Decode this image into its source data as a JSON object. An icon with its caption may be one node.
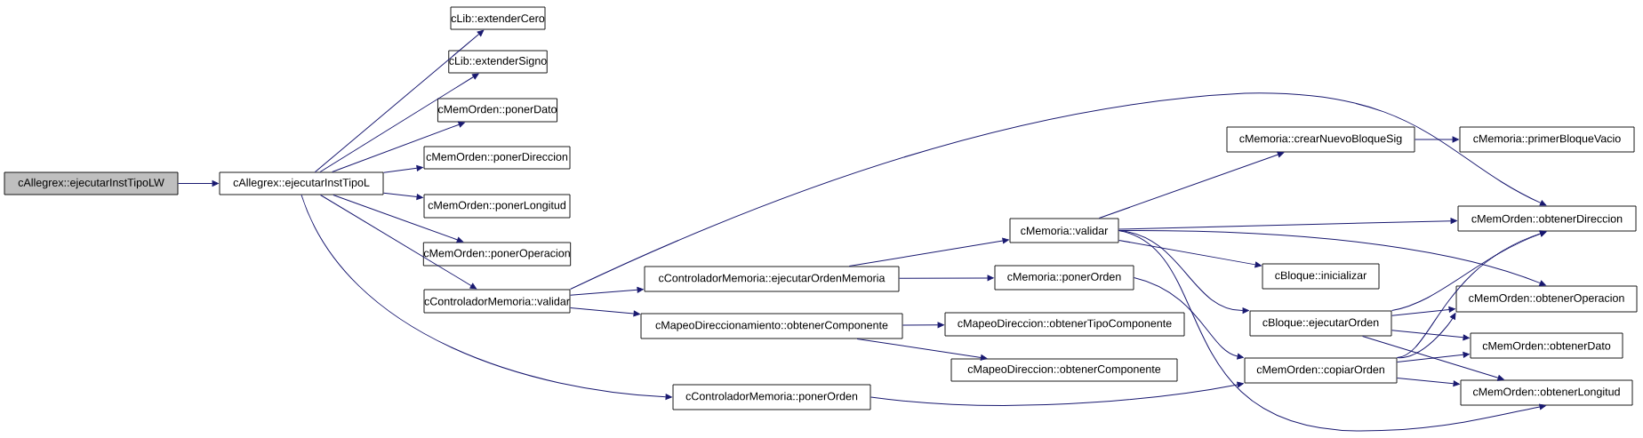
{
  "diagram": {
    "nodes": [
      {
        "text": [
          "cAllegrex::ejecutarInstTipoLW"
        ]
      },
      {
        "text": [
          "cAllegrex::ejecutarInstTipoL"
        ]
      },
      {
        "text": [
          "cLib::extenderCero"
        ]
      },
      {
        "text": [
          "cLib::extenderSigno"
        ]
      },
      {
        "text": [
          "cMemOrden::ponerDato"
        ]
      },
      {
        "text": [
          "cMemOrden::ponerDireccion"
        ]
      },
      {
        "text": [
          "cMemOrden::ponerLongitud"
        ]
      },
      {
        "text": [
          "cMemOrden::ponerOperacion"
        ]
      },
      {
        "text": [
          "cControladorMemoria::validar"
        ]
      },
      {
        "text": [
          "cControladorMemoria::ejecutarOrdenMemoria"
        ]
      },
      {
        "text": [
          "cMapeoDireccionamiento::obtenerComponente"
        ]
      },
      {
        "text": [
          "cControladorMemoria::ponerOrden"
        ]
      },
      {
        "text": [
          "cMemoria::validar"
        ]
      },
      {
        "text": [
          "cMemoria::ponerOrden"
        ]
      },
      {
        "text": [
          "cMapeoDireccion::obtenerTipoComponente"
        ]
      },
      {
        "text": [
          "cMapeoDireccion::obtenerComponente"
        ]
      },
      {
        "text": [
          "cMemoria::crearNuevoBloqueSig"
        ]
      },
      {
        "text": [
          "cMemoria::primerBloqueVacio"
        ]
      },
      {
        "text": [
          "cBloque::inicializar"
        ]
      },
      {
        "text": [
          "cBloque::ejecutarOrden"
        ]
      },
      {
        "text": [
          "cMemOrden::copiarOrden"
        ]
      },
      {
        "text": [
          "cMemOrden::obtenerDireccion"
        ]
      },
      {
        "text": [
          "cMemOrden::obtenerOperacion"
        ]
      },
      {
        "text": [
          "cMemOrden::obtenerDato"
        ]
      },
      {
        "text": [
          "cMemOrden::obtenerLongitud"
        ]
      }
    ],
    "edges": [
      {
        "from": 0,
        "to": 1,
        "arrow": "to"
      },
      {
        "from": 1,
        "to": 2,
        "arrow": "to"
      },
      {
        "from": 1,
        "to": 3,
        "arrow": "to"
      },
      {
        "from": 1,
        "to": 4,
        "arrow": "to"
      },
      {
        "from": 1,
        "to": 5,
        "arrow": "to"
      },
      {
        "from": 1,
        "to": 6,
        "arrow": "to"
      },
      {
        "from": 1,
        "to": 7,
        "arrow": "to"
      },
      {
        "from": 1,
        "to": 8,
        "arrow": "to"
      },
      {
        "from": 1,
        "to": 11,
        "arrow": "to"
      },
      {
        "from": 8,
        "to": 21,
        "arrow": "to"
      },
      {
        "from": 8,
        "to": 9,
        "arrow": "to"
      },
      {
        "from": 8,
        "to": 10,
        "arrow": "to"
      },
      {
        "from": 9,
        "to": 12,
        "arrow": "to"
      },
      {
        "from": 9,
        "to": 13,
        "arrow": "to"
      },
      {
        "from": 10,
        "to": 14,
        "arrow": "to"
      },
      {
        "from": 10,
        "to": 15,
        "arrow": "to"
      },
      {
        "from": 11,
        "to": 20,
        "arrow": "to"
      },
      {
        "from": 12,
        "to": 16,
        "arrow": "to"
      },
      {
        "from": 12,
        "to": 21,
        "arrow": "to"
      },
      {
        "from": 12,
        "to": 22,
        "arrow": "to"
      },
      {
        "from": 12,
        "to": 18,
        "arrow": "to"
      },
      {
        "from": 12,
        "to": 19,
        "arrow": "to"
      },
      {
        "from": 12,
        "to": 24,
        "arrow": "to"
      },
      {
        "from": 13,
        "to": 20,
        "arrow": "to"
      },
      {
        "from": 16,
        "to": 17,
        "arrow": "to"
      },
      {
        "from": 19,
        "to": 21,
        "arrow": "to"
      },
      {
        "from": 19,
        "to": 22,
        "arrow": "to"
      },
      {
        "from": 19,
        "to": 23,
        "arrow": "to"
      },
      {
        "from": 19,
        "to": 24,
        "arrow": "to"
      },
      {
        "from": 20,
        "to": 21,
        "arrow": "to"
      },
      {
        "from": 20,
        "to": 22,
        "arrow": "to"
      },
      {
        "from": 20,
        "to": 23,
        "arrow": "to"
      },
      {
        "from": 20,
        "to": 24,
        "arrow": "to"
      }
    ]
  }
}
